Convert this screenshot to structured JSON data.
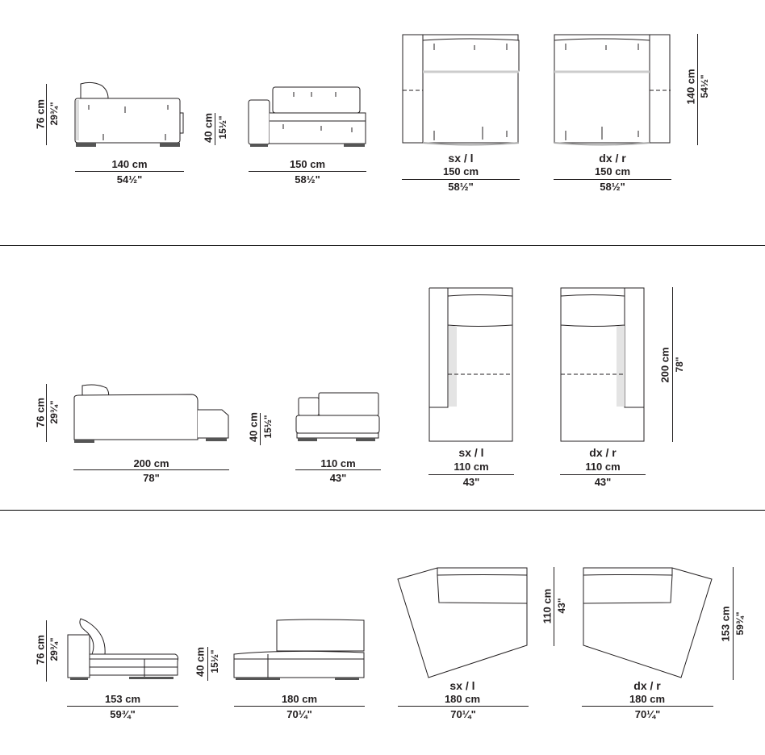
{
  "separators": [
    304,
    632
  ],
  "rows": [
    {
      "height_dim": {
        "cm": "76 cm",
        "in": "29¾\""
      },
      "seat_dim": {
        "cm": "40 cm",
        "in": "15½\""
      },
      "side": {
        "cm": "140 cm",
        "in": "54½\""
      },
      "front": {
        "cm": "150 cm",
        "in": "58½\""
      },
      "plan_left": {
        "label": "sx / l",
        "cm": "150 cm",
        "in": "58½\""
      },
      "plan_right": {
        "label": "dx / r",
        "cm": "150 cm",
        "in": "58½\""
      },
      "depth_dim": {
        "cm": "140 cm",
        "in": "54½\""
      }
    },
    {
      "height_dim": {
        "cm": "76 cm",
        "in": "29¾\""
      },
      "seat_dim": {
        "cm": "40 cm",
        "in": "15½\""
      },
      "side": {
        "cm": "200 cm",
        "in": "78\""
      },
      "front": {
        "cm": "110 cm",
        "in": "43\""
      },
      "plan_left": {
        "label": "sx / l",
        "cm": "110 cm",
        "in": "43\""
      },
      "plan_right": {
        "label": "dx / r",
        "cm": "110 cm",
        "in": "43\""
      },
      "depth_dim": {
        "cm": "200 cm",
        "in": "78\""
      }
    },
    {
      "height_dim": {
        "cm": "76 cm",
        "in": "29¾\""
      },
      "seat_dim": {
        "cm": "40 cm",
        "in": "15½\""
      },
      "side": {
        "cm": "153 cm",
        "in": "59¾\""
      },
      "front": {
        "cm": "180 cm",
        "in": "70¼\""
      },
      "plan_left": {
        "label": "sx / l",
        "cm": "180 cm",
        "in": "70¼\""
      },
      "plan_right": {
        "label": "dx / r",
        "cm": "180 cm",
        "in": "70¼\""
      },
      "depth_dim_left": {
        "cm": "110 cm",
        "in": "43\""
      },
      "depth_dim_right": {
        "cm": "153 cm",
        "in": "59¾\""
      }
    }
  ]
}
